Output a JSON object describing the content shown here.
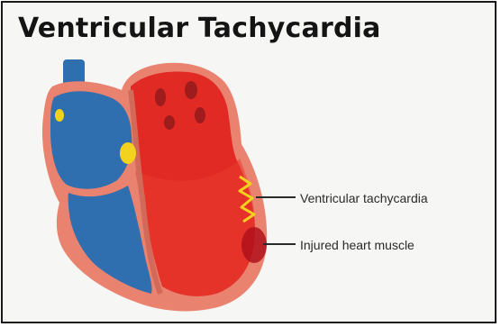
{
  "title": "Ventricular Tachycardia",
  "labels": {
    "ventricular_tachycardia": "Ventricular tachycardia",
    "injured_heart_muscle": "Injured heart muscle"
  },
  "colors": {
    "right_heart_blue": "#2f6fb0",
    "left_heart_red": "#e12a24",
    "heart_wall_pink": "#e9826f",
    "injury_dark_red": "#b0121a",
    "impulse_yellow": "#f2d21e",
    "leader_line": "#2a2a2a"
  },
  "icons": {
    "heart": "heart-cross-section-illustration",
    "impulse": "zigzag-electrical-impulse-icon"
  }
}
